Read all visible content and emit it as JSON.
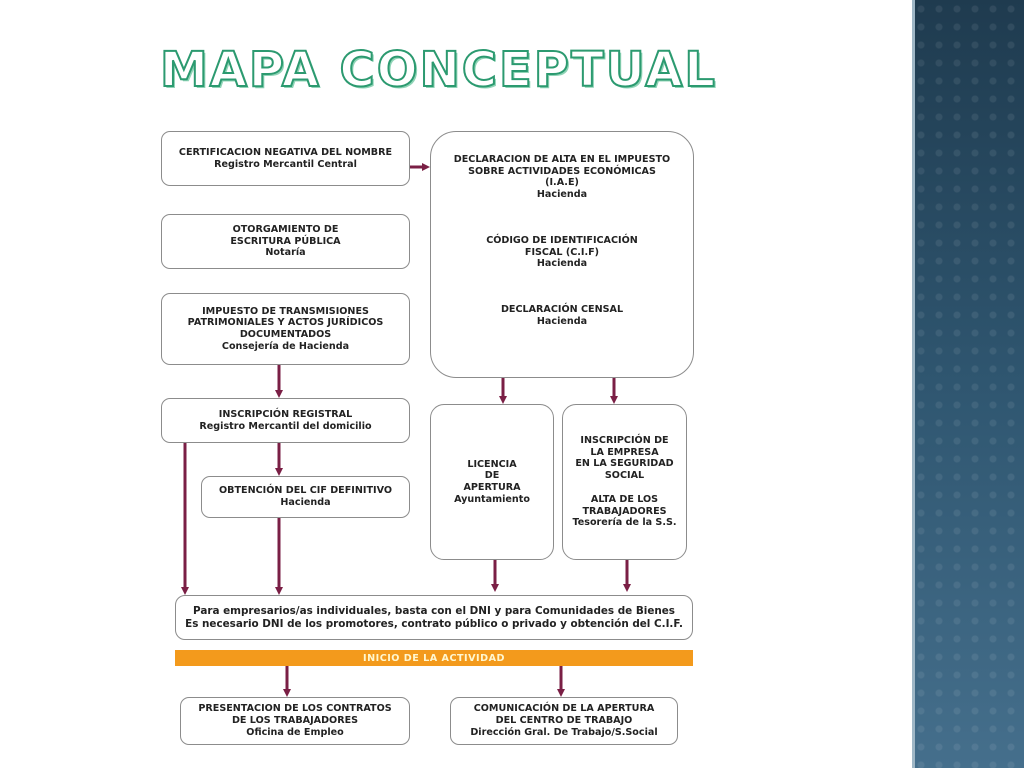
{
  "title": "MAPA CONCEPTUAL",
  "colors": {
    "arrow": "#7a1f45",
    "bar": "#f39a1c",
    "title_stroke": "#2c9a70",
    "strip": "#2f5670"
  },
  "diagram": {
    "certificacion": {
      "lines": [
        "CERTIFICACION NEGATIVA DEL NOMBRE",
        "Registro Mercantil Central"
      ]
    },
    "otorgamiento": {
      "lines": [
        "OTORGAMIENTO DE",
        "ESCRITURA PÚBLICA",
        "Notaría"
      ]
    },
    "impuesto": {
      "lines": [
        "IMPUESTO DE TRANSMISIONES",
        "PATRIMONIALES Y ACTOS JURÍDICOS",
        "DOCUMENTADOS",
        "Consejería de Hacienda"
      ]
    },
    "inscripcion_registral": {
      "lines": [
        "INSCRIPCIÓN REGISTRAL",
        "Registro Mercantil del domicilio"
      ]
    },
    "obtencion_cif": {
      "lines": [
        "OBTENCIÓN DEL CIF DEFINITIVO",
        "Hacienda"
      ]
    },
    "hacienda_group": {
      "alta_iae": [
        "DECLARACION DE ALTA EN EL IMPUESTO",
        "SOBRE ACTIVIDADES ECONÓMICAS",
        "(I.A.E)",
        "Hacienda"
      ],
      "cif": [
        "CÓDIGO DE IDENTIFICACIÓN",
        "FISCAL (C.I.F)",
        "Hacienda"
      ],
      "censal": [
        "DECLARACIÓN CENSAL",
        "Hacienda"
      ]
    },
    "licencia": {
      "lines": [
        "LICENCIA",
        "DE",
        "APERTURA",
        "Ayuntamiento"
      ]
    },
    "seguridad_social": {
      "inscripcion": [
        "INSCRIPCIÓN DE",
        "LA EMPRESA",
        "EN LA SEGURIDAD",
        "SOCIAL"
      ],
      "alta": [
        "ALTA DE LOS",
        "TRABAJADORES",
        "Tesorería de la S.S."
      ]
    },
    "note": {
      "lines": [
        "Para empresarios/as individuales, basta con el DNI y para Comunidades de Bienes",
        "Es necesario DNI de los promotores, contrato público o privado y obtención del C.I.F."
      ]
    },
    "inicio_bar": "INICIO DE LA ACTIVIDAD",
    "contratos": {
      "lines": [
        "PRESENTACION DE LOS CONTRATOS",
        "DE LOS TRABAJADORES",
        "Oficina de Empleo"
      ]
    },
    "comunicacion": {
      "lines": [
        "COMUNICACIÓN DE LA APERTURA",
        "DEL CENTRO DE TRABAJO",
        "Dirección Gral. De Trabajo/S.Social"
      ]
    }
  }
}
